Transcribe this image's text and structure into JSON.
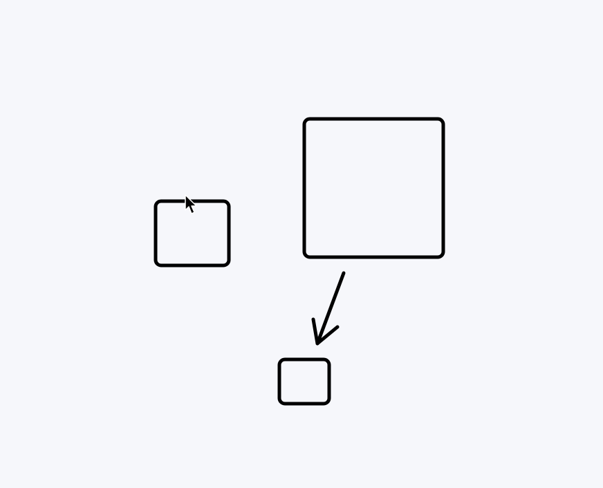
{
  "canvas": {
    "background_color": "#f6f7fb",
    "stroke_color": "#000000"
  },
  "shapes": [
    {
      "type": "rectangle",
      "name": "rectangle-small-left"
    },
    {
      "type": "rectangle",
      "name": "rectangle-large-top-right"
    },
    {
      "type": "rectangle",
      "name": "rectangle-small-bottom"
    },
    {
      "type": "arrow",
      "name": "arrow-large-to-bottom"
    }
  ],
  "cursor": {
    "icon": "mouse-pointer-icon"
  }
}
